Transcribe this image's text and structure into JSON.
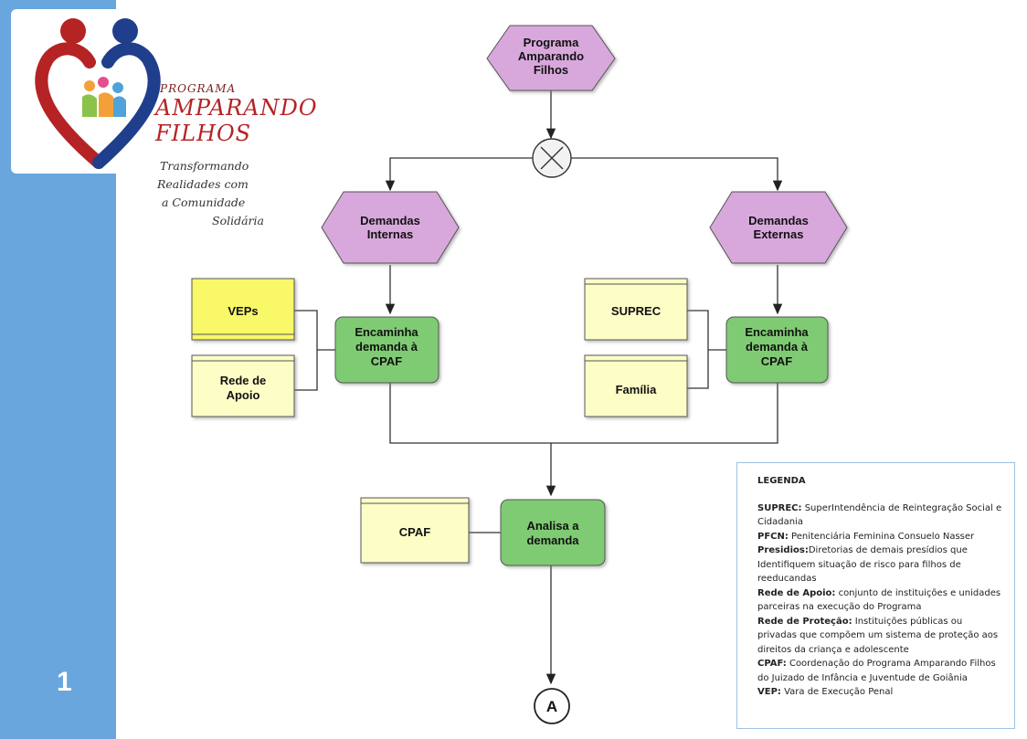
{
  "page": {
    "number": "1"
  },
  "brand": {
    "small": "PROGRAMA",
    "line1": "AMPARANDO",
    "line2": "FILHOS",
    "tagline": [
      "Transformando",
      "Realidades com",
      "a Comunidade",
      "Solidária"
    ],
    "colors": {
      "red": "#b52325",
      "blue": "#1f3f8c",
      "sidebar": "#68a6dd"
    }
  },
  "diagram": {
    "start": [
      "Programa",
      "Amparando",
      "Filhos"
    ],
    "left_branch": [
      "Demandas",
      "Internas"
    ],
    "right_branch": [
      "Demandas",
      "Externas"
    ],
    "left_process": [
      "Encaminha",
      "demanda à",
      "CPAF"
    ],
    "right_process": [
      "Encaminha",
      "demanda à",
      "CPAF"
    ],
    "left_inputs": [
      [
        "VEPs"
      ],
      [
        "Rede de",
        "Apoio"
      ]
    ],
    "right_inputs": [
      [
        "SUPREC"
      ],
      [
        "Família"
      ]
    ],
    "analysis_input": [
      "CPAF"
    ],
    "analysis": [
      "Analisa a",
      "demanda"
    ],
    "connector": "A",
    "colors": {
      "event": "#d8a8dc",
      "function": "#7fcb73",
      "info": "#fdfdc6",
      "info_highlight": "#f8f869"
    }
  },
  "legend": {
    "title": "LEGENDA",
    "items": [
      {
        "term": "SUPREC:",
        "text": " SuperIntendência de Reintegração Social e Cidadania"
      },
      {
        "term": "PFCN:",
        "text": " Penitenciária Feminina Consuelo Nasser"
      },
      {
        "term": "Presidios:",
        "text": "Diretorias de demais presídios que Identifiquem situação de risco para filhos de reeducandas"
      },
      {
        "term": "Rede de Apoio:",
        "text": " conjunto de instituições e unidades parceiras na execução do Programa"
      },
      {
        "term": "Rede de Proteção:",
        "text": " Instituições públicas ou privadas que compõem um sistema de proteção aos direitos da criança e adolescente"
      },
      {
        "term": "CPAF:",
        "text": " Coordenação do Programa Amparando Filhos do Juizado de Infância e Juventude de Goiânia"
      },
      {
        "term": "VEP:",
        "text": " Vara de Execução Penal"
      }
    ]
  }
}
